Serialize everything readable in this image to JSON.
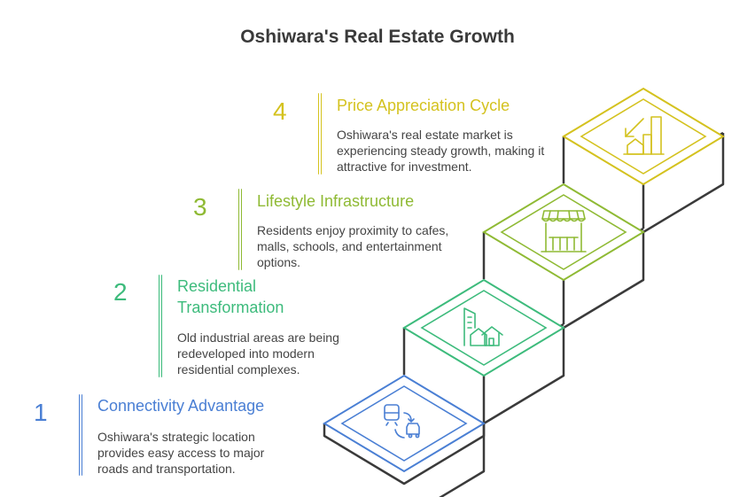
{
  "title": "Oshiwara's Real Estate Growth",
  "steps": [
    {
      "number": "1",
      "heading": "Connectivity Advantage",
      "description": "Oshiwara's strategic location provides easy access to major roads and transportation.",
      "color": "#4a7fd4",
      "icon": "train-car-transit-icon"
    },
    {
      "number": "2",
      "heading": "Residential Transformation",
      "description": "Old industrial areas are being redeveloped into modern residential complexes.",
      "color": "#3dbb7c",
      "icon": "buildings-house-icon"
    },
    {
      "number": "3",
      "heading": "Lifestyle Infrastructure",
      "description": "Residents enjoy proximity to cafes, malls, schools, and entertainment options.",
      "color": "#8fba34",
      "icon": "storefront-cafe-icon"
    },
    {
      "number": "4",
      "heading": "Price Appreciation Cycle",
      "description": "Oshiwara's real estate market is experiencing steady growth, making it attractive for investment.",
      "color": "#d4c21f",
      "icon": "house-growth-chart-icon"
    }
  ]
}
